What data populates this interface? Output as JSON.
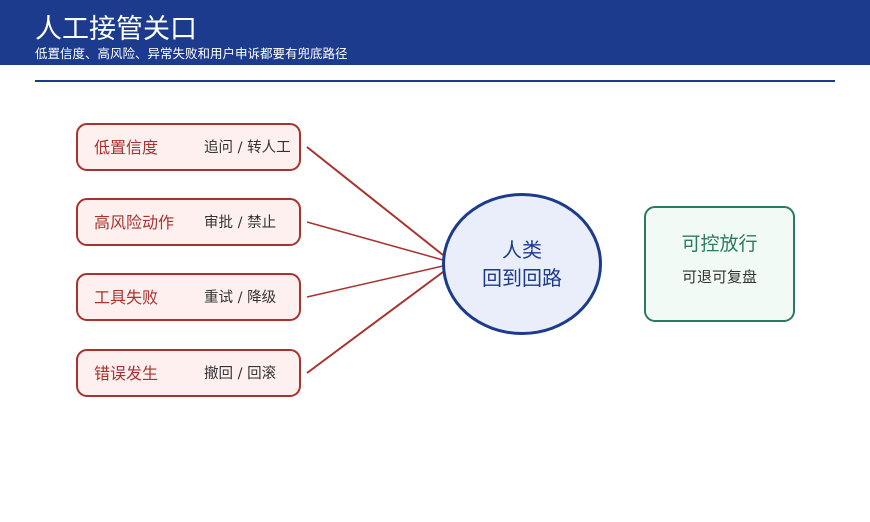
{
  "header": {
    "title": "人工接管关口",
    "subtitle": "低置信度、高风险、异常失败和用户申诉都要有兜底路径"
  },
  "cases": [
    {
      "label": "低置信度",
      "action": "追问 / 转人工"
    },
    {
      "label": "高风险动作",
      "action": "审批 / 禁止"
    },
    {
      "label": "工具失败",
      "action": "重试 / 降级"
    },
    {
      "label": "错误发生",
      "action": "撤回 / 回滚"
    }
  ],
  "hub": {
    "line1": "人类",
    "line2": "回到回路"
  },
  "outcome": {
    "title": "可控放行",
    "subtitle": "可退可复盘"
  },
  "colors": {
    "brand": "#1c3b8c",
    "risk": "#a8332e",
    "safe": "#2b7a5f"
  }
}
